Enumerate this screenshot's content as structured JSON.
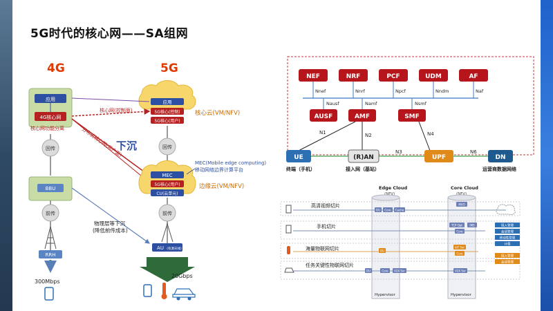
{
  "title": "5G时代的核心网——SA组网",
  "left": {
    "label_4g": "4G",
    "label_5g": "5G",
    "n4g_app": "应用",
    "n4g_core": "4G核心网",
    "n4g_sep": "核心网功能分离",
    "backhaul": "回传",
    "bbu": "BBU",
    "fronthaul": "前传",
    "rrh": "RRH",
    "rate_300": "300Mbps",
    "c5_app": "应用",
    "c5_cp": "5G核心(控制)",
    "c5_up": "5G核心(用户)",
    "core_cloud": "核心云(VM/NFV)",
    "cp_label": "核心网(控制面)",
    "up_label": "分布式核心网(用户面)",
    "down": "下沉",
    "mec": "MEC",
    "e5_up": "5G核心(用户)",
    "cu": "CU(云单元)",
    "mec_desc1": "MEC(Mobile edge computing)",
    "mec_desc2": "移动网络边界计算平台",
    "edge_cloud": "边缘云(VM/NFV)",
    "phys1": "物理层等下沉",
    "phys2": "(降低前传成本)",
    "au": "AU",
    "au_sub": "(有源天线)",
    "rate_20": "20Gbps"
  },
  "sba": {
    "nfs_top": [
      "NEF",
      "NRF",
      "PCF",
      "UDM",
      "AF"
    ],
    "ifs_top": [
      "Nnef",
      "Nnrf",
      "Npcf",
      "Nndm",
      "Naf"
    ],
    "nfs_mid": [
      "AUSF",
      "AMF",
      "SMF"
    ],
    "ifs_mid": [
      "Nausf",
      "Namf",
      "Nsmf"
    ],
    "ue": "UE",
    "ran": "(R)AN",
    "upf": "UPF",
    "dn": "DN",
    "n1": "N1",
    "n2": "N2",
    "n3": "N3",
    "n4": "N4",
    "n6": "N6",
    "cap_ue": "终端（手机）",
    "cap_ran": "接入网（基站）",
    "cap_dn": "运营商数据网络"
  },
  "slicing": {
    "edge_cloud": "Edge Cloud",
    "edge_sub": "(NFV)",
    "core_cloud": "Core Cloud",
    "core_sub": "(NFV)",
    "hypervisor": "Hypervisor",
    "rows": [
      "高清视频切片",
      "手机切片",
      "海量物联网切片",
      "任务关键性物联网切片"
    ],
    "mvo": "MVO",
    "cache": "Cache",
    "du": "DU",
    "core": "Core",
    "tcp": "TCP Opt",
    "ims": "IMS",
    "iot": "IoT Svr",
    "v2x": "V2X Svr",
    "mgmt": [
      "接入管理",
      "会话管理",
      "移动性管理",
      "计费",
      "接入管理",
      "会话管理"
    ]
  },
  "colors": {
    "accent": "#e03a00",
    "nf_red": "#b5151b",
    "ue_blue": "#2d6fb3",
    "upf_orange": "#e08a1a",
    "dn_blue": "#1f5a8f",
    "core_green": "#9bd17a"
  }
}
